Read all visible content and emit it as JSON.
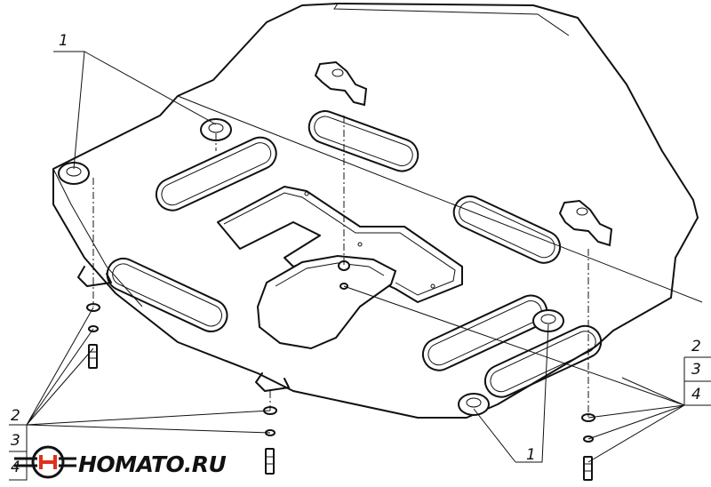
{
  "callouts": {
    "top_left": "1",
    "bottom_center": "1",
    "right_2": "2",
    "right_3": "3",
    "right_4": "4",
    "left_2": "2",
    "left_3": "3",
    "left_4": "4"
  },
  "logo": {
    "text": "HOMATO.RU",
    "accent_color": "#e0301e"
  }
}
